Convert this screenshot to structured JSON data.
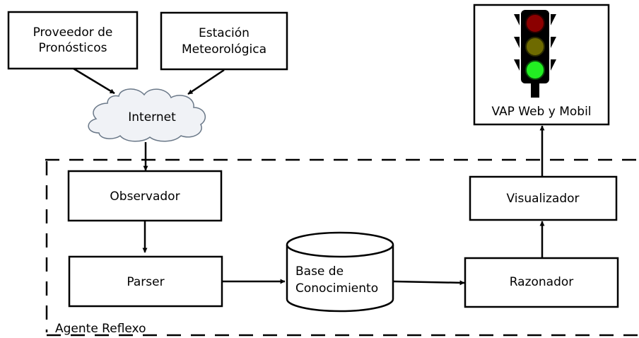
{
  "nodes": {
    "proveedor": [
      "Proveedor de",
      "Pronósticos"
    ],
    "estacion": [
      "Estación",
      "Meteorológica"
    ],
    "internet": "Internet",
    "observador": "Observador",
    "parser": "Parser",
    "base": [
      "Base de",
      "Conocimiento"
    ],
    "razonador": "Razonador",
    "visualizador": "Visualizador",
    "vap": "VAP Web y Mobil"
  },
  "agent_label": "Agente Reflexo",
  "colors": {
    "light_red": "#8b0000",
    "light_yellow": "#6e6a00",
    "light_green": "#22ee22",
    "traffic_body": "#000000"
  },
  "traffic_light_state": "green",
  "edges": [
    {
      "from": "Proveedor de Pronósticos",
      "to": "Internet"
    },
    {
      "from": "Estación Meteorológica",
      "to": "Internet"
    },
    {
      "from": "Internet",
      "to": "Observador"
    },
    {
      "from": "Observador",
      "to": "Parser"
    },
    {
      "from": "Parser",
      "to": "Base de Conocimiento"
    },
    {
      "from": "Base de Conocimiento",
      "to": "Razonador"
    },
    {
      "from": "Razonador",
      "to": "Visualizador"
    },
    {
      "from": "Visualizador",
      "to": "VAP Web y Mobil"
    }
  ]
}
